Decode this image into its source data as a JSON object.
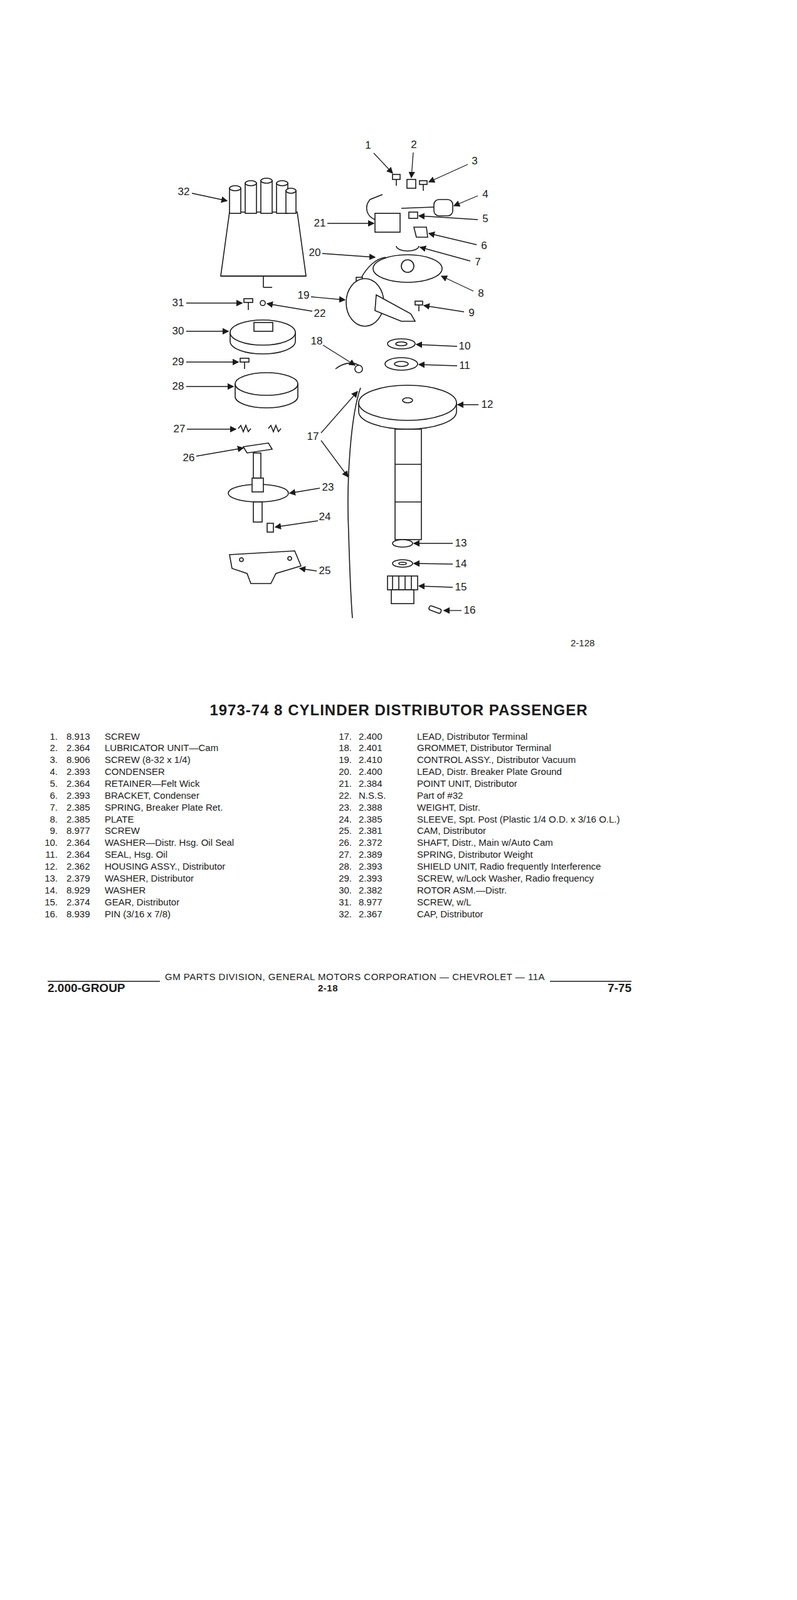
{
  "diagram": {
    "title": "1973-74 8 CYLINDER DISTRIBUTOR PASSENGER",
    "labels": [
      "1",
      "2",
      "3",
      "4",
      "5",
      "6",
      "7",
      "8",
      "9",
      "10",
      "11",
      "12",
      "13",
      "14",
      "15",
      "16",
      "17",
      "18",
      "19",
      "20",
      "21",
      "22",
      "23",
      "24",
      "25",
      "26",
      "27",
      "28",
      "29",
      "30",
      "31",
      "32",
      "2-128",
      "1.",
      "8.913",
      "SCREW",
      "2.",
      "2.364",
      "LUBRICATOR UNIT—Cam",
      "3.",
      "8.906",
      "SCREW (8-32 x 1/4)",
      "4.",
      "2.393",
      "CONDENSER",
      "5.",
      "2.364",
      "RETAINER—Felt Wick",
      "6.",
      "2.393",
      "BRACKET, Condenser",
      "7.",
      "2.385",
      "SPRING, Breaker Plate Ret.",
      "8.",
      "2.385",
      "PLATE",
      "9.",
      "8.977",
      "SCREW",
      "10.",
      "2.364",
      "WASHER—Distr. Hsg. Oil Seal",
      "11.",
      "2.364",
      "SEAL, Hsg. Oil",
      "12.",
      "2.362",
      "HOUSING ASSY., Distributor",
      "13.",
      "2.379",
      "WASHER, Distributor",
      "14.",
      "8.929",
      "WASHER",
      "15.",
      "2.374",
      "GEAR, Distributor",
      "16.",
      "8.939",
      "PIN (3/16 x 7/8)",
      "17.",
      "2.400",
      "LEAD, Distributor Terminal",
      "18.",
      "2.401",
      "GROMMET, Distributor Terminal",
      "19.",
      "2.410",
      "CONTROL ASSY., Distributor Vacuum",
      "20.",
      "2.400",
      "LEAD, Distr. Breaker Plate Ground",
      "21.",
      "2.384",
      "POINT UNIT, Distributor",
      "22.",
      "N.S.S.",
      "Part of #32",
      "23.",
      "2.388",
      "WEIGHT, Distr.",
      "24.",
      "2.385",
      "SLEEVE, Spt. Post (Plastic 1/4 O.D. x 3/16 O.L.)",
      "25.",
      "2.381",
      "CAM, Distributor",
      "26.",
      "2.372",
      "SHAFT, Distr., Main w/Auto Cam",
      "27.",
      "2.389",
      "SPRING, Distributor Weight",
      "28.",
      "2.393",
      "SHIELD UNIT, Radio frequently Interference",
      "29.",
      "2.393",
      "SCREW, w/Lock Washer, Radio frequency",
      "30.",
      "2.382",
      "ROTOR ASM.—Distr.",
      "31.",
      "8.977",
      "SCREW, w/L",
      "32.",
      "2.367",
      "CAP, Distributor",
      "GM PARTS DIVISION, GENERAL MOTORS CORPORATION — CHEVROLET — 11A",
      "2.000-GROUP",
      "2-18",
      "7-75"
    ]
  }
}
